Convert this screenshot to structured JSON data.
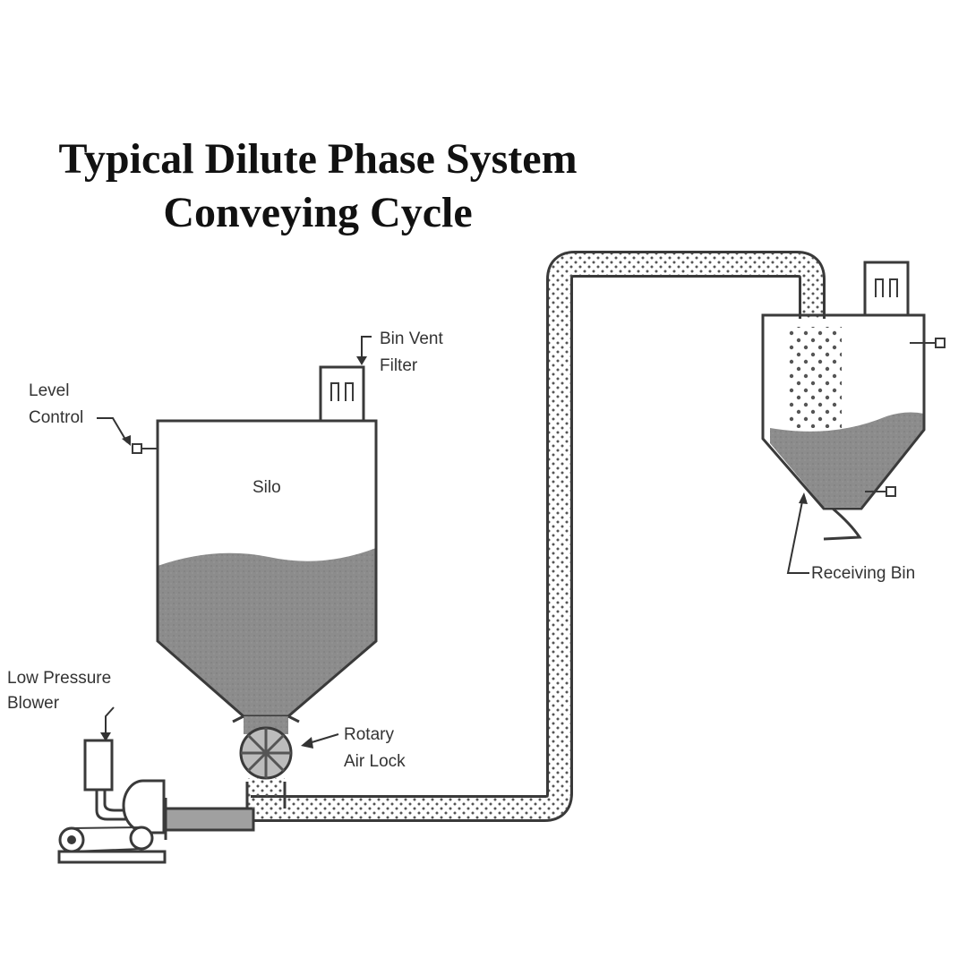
{
  "title": {
    "line1": "Typical Dilute Phase System",
    "line2": "Conveying Cycle"
  },
  "labels": {
    "level_control_1": "Level",
    "level_control_2": "Control",
    "bin_vent_1": "Bin Vent",
    "bin_vent_2": "Filter",
    "silo": "Silo",
    "blower_1": "Low Pressure",
    "blower_2": "Blower",
    "airlock_1": "Rotary",
    "airlock_2": "Air Lock",
    "receiving_bin": "Receiving Bin"
  },
  "colors": {
    "line": "#3a3a3a",
    "material": "#8a8a8a",
    "pipe_dots": "#555555"
  }
}
